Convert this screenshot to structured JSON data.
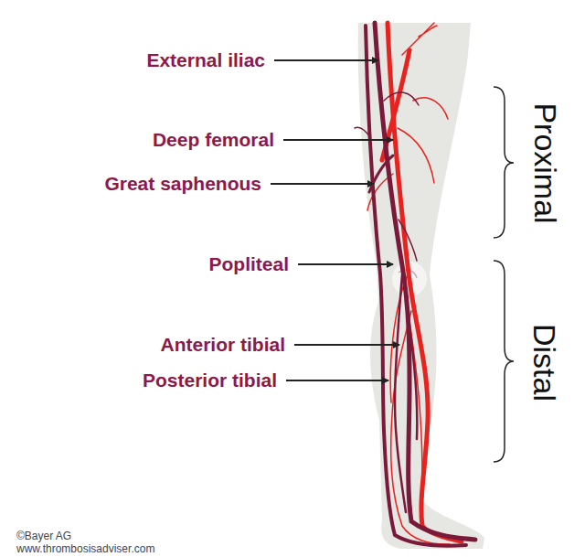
{
  "diagram": {
    "labels": [
      "External iliac",
      "Deep femoral",
      "Great saphenous",
      "Popliteal",
      "Anterior tibial",
      "Posterior tibial",
      "Proximal",
      "Distal",
      "©Bayer AG",
      "www.thrombosisadviser.com"
    ]
  }
}
